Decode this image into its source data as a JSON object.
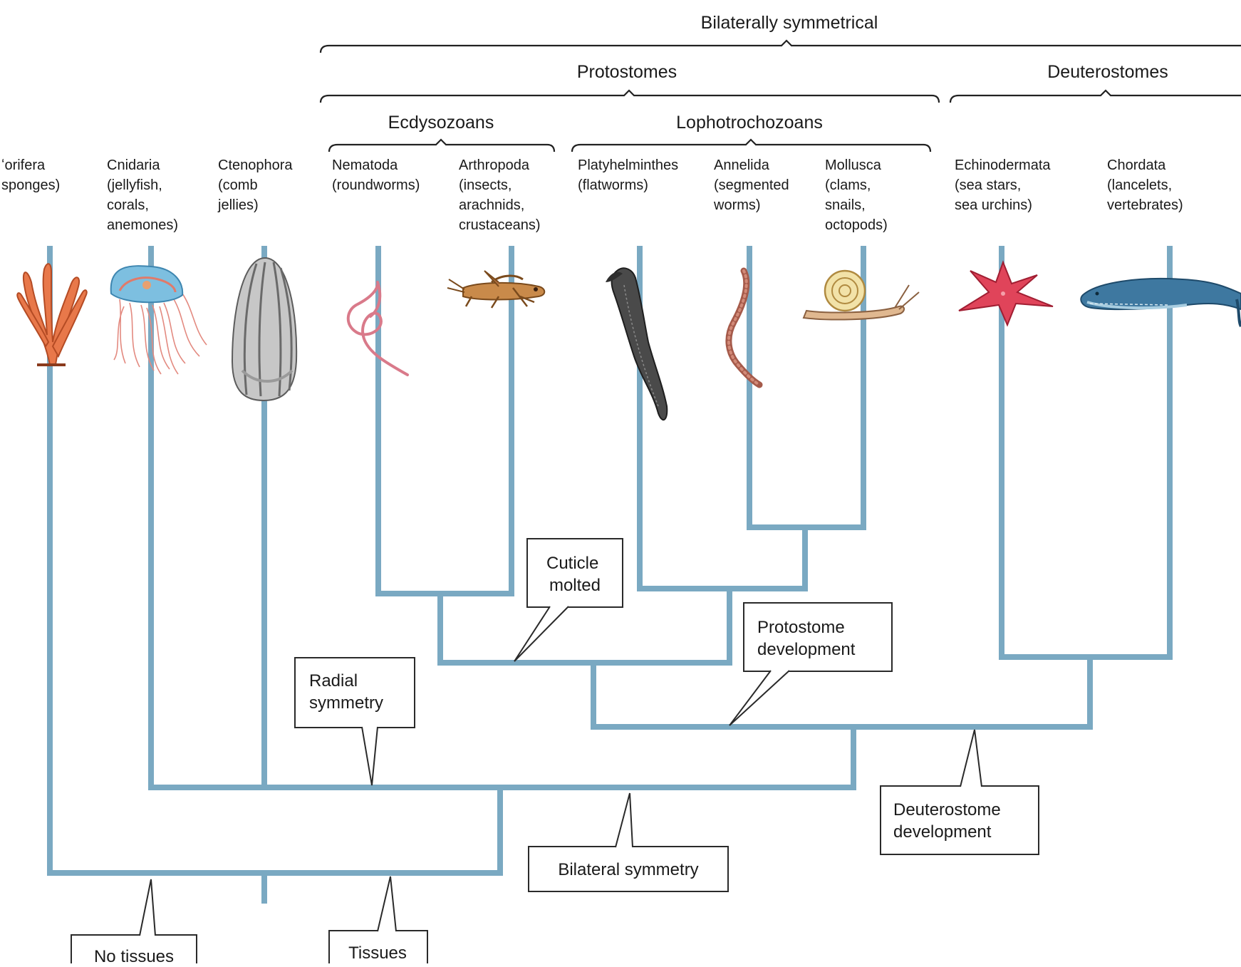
{
  "diagram": {
    "groups": {
      "bilateral": "Bilaterally symmetrical",
      "protostomes": "Protostomes",
      "deuterostomes": "Deuterostomes",
      "ecdysozoans": "Ecdysozoans",
      "lophotrochozoans": "Lophotrochozoans"
    },
    "taxa": [
      {
        "name": "porifera",
        "lines": [
          "ʻorifera",
          "sponges)"
        ],
        "icon": "sponge-icon"
      },
      {
        "name": "cnidaria",
        "lines": [
          "Cnidaria",
          "(jellyfish,",
          "corals,",
          "anemones)"
        ],
        "icon": "jellyfish-icon"
      },
      {
        "name": "ctenophora",
        "lines": [
          "Ctenophora",
          "(comb",
          "jellies)"
        ],
        "icon": "comb-jelly-icon"
      },
      {
        "name": "nematoda",
        "lines": [
          "Nematoda",
          "(roundworms)"
        ],
        "icon": "roundworm-icon"
      },
      {
        "name": "arthropoda",
        "lines": [
          "Arthropoda",
          "(insects,",
          "arachnids,",
          "crustaceans)"
        ],
        "icon": "grasshopper-icon"
      },
      {
        "name": "platyhelminthes",
        "lines": [
          "Platyhelminthes",
          "(flatworms)"
        ],
        "icon": "flatworm-icon"
      },
      {
        "name": "annelida",
        "lines": [
          "Annelida",
          "(segmented",
          "worms)"
        ],
        "icon": "earthworm-icon"
      },
      {
        "name": "mollusca",
        "lines": [
          "Mollusca",
          "(clams,",
          "snails,",
          "octopods)"
        ],
        "icon": "snail-icon"
      },
      {
        "name": "echinodermata",
        "lines": [
          "Echinodermata",
          "(sea stars,",
          "sea urchins)"
        ],
        "icon": "sea-star-icon"
      },
      {
        "name": "chordata",
        "lines": [
          "Chordata",
          "(lancelets,",
          "vertebrates)"
        ],
        "icon": "whale-icon"
      }
    ],
    "callouts": [
      {
        "name": "no-tissues",
        "lines": [
          "No tissues"
        ]
      },
      {
        "name": "tissues",
        "lines": [
          "Tissues"
        ]
      },
      {
        "name": "radial-symmetry",
        "lines": [
          "Radial",
          "symmetry"
        ]
      },
      {
        "name": "bilateral-symmetry",
        "lines": [
          "Bilateral symmetry"
        ]
      },
      {
        "name": "cuticle-molted",
        "lines": [
          "Cuticle",
          "molted"
        ]
      },
      {
        "name": "protostome-development",
        "lines": [
          "Protostome",
          "development"
        ]
      },
      {
        "name": "deuterostome-development",
        "lines": [
          "Deuterostome",
          "development"
        ]
      }
    ],
    "colors": {
      "branch": "#7aa9c2",
      "text": "#1a1a1a",
      "frame": "#2a2a2a"
    }
  }
}
